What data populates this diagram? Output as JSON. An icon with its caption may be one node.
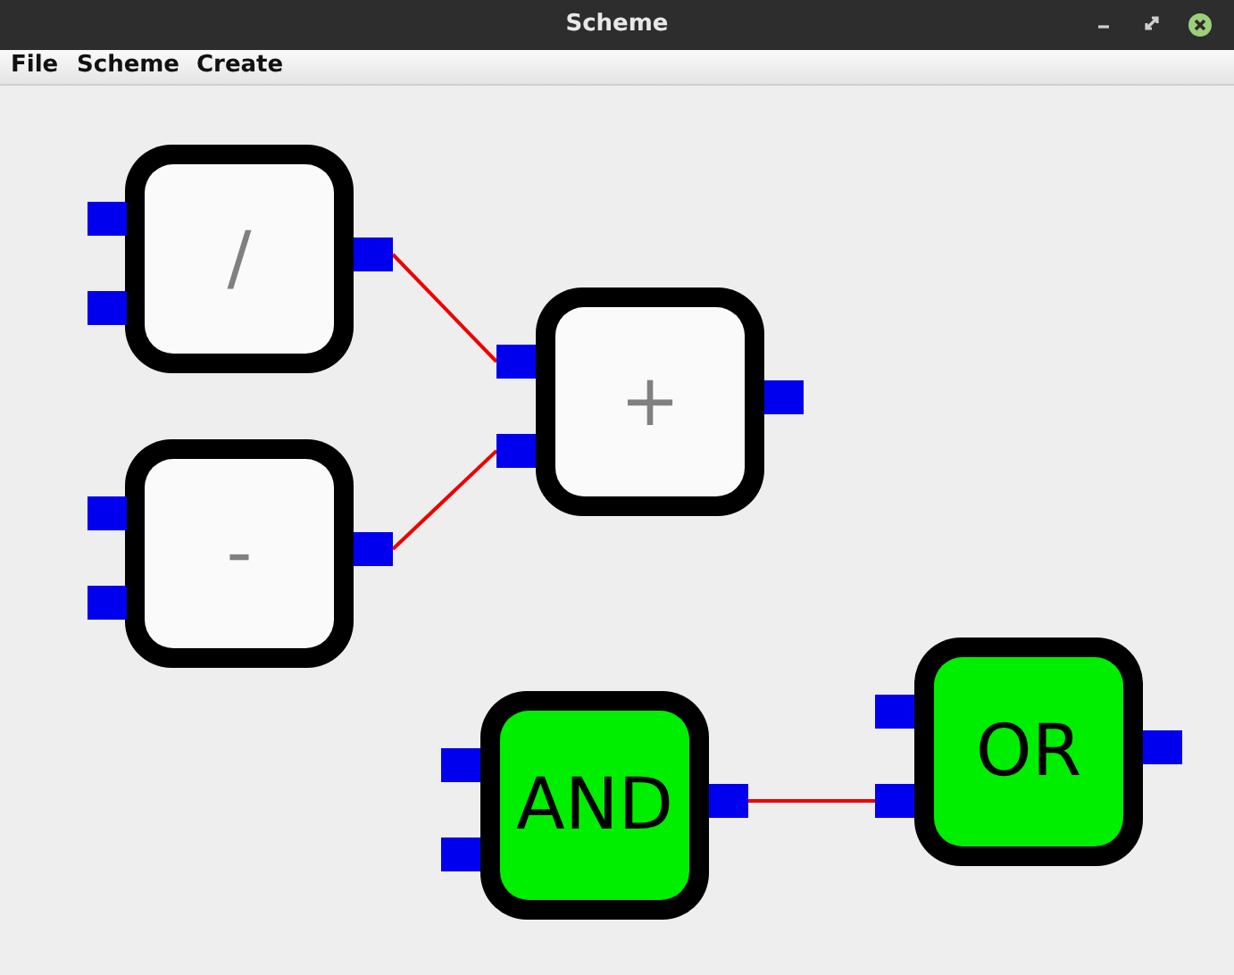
{
  "diagram": {
    "title": "Scheme",
    "nodes": [
      {
        "text": [
          "/"
        ]
      },
      {
        "text": [],
        "shape": "box"
      },
      {
        "text": [],
        "shape": "box"
      },
      {
        "text": [],
        "shape": "box"
      },
      {
        "text": [
          "-"
        ]
      },
      {
        "text": [],
        "shape": "box"
      },
      {
        "text": [],
        "shape": "box"
      },
      {
        "text": [],
        "shape": "box"
      },
      {
        "text": [
          "+"
        ]
      },
      {
        "text": [],
        "shape": "box"
      },
      {
        "text": [],
        "shape": "box"
      },
      {
        "text": [],
        "shape": "box"
      },
      {
        "text": [
          "AND"
        ]
      },
      {
        "text": [],
        "shape": "box"
      },
      {
        "text": [],
        "shape": "box"
      },
      {
        "text": [],
        "shape": "box"
      },
      {
        "text": [
          "OR"
        ]
      },
      {
        "text": [],
        "shape": "box"
      },
      {
        "text": [],
        "shape": "box"
      },
      {
        "text": [],
        "shape": "box"
      }
    ],
    "edges": [
      {
        "from": 3,
        "to": 9,
        "arrow": "none"
      },
      {
        "from": 7,
        "to": 10,
        "arrow": "none"
      },
      {
        "from": 15,
        "to": 18,
        "arrow": "none"
      }
    ],
    "labels": [
      "File",
      "Scheme",
      "Create"
    ]
  }
}
